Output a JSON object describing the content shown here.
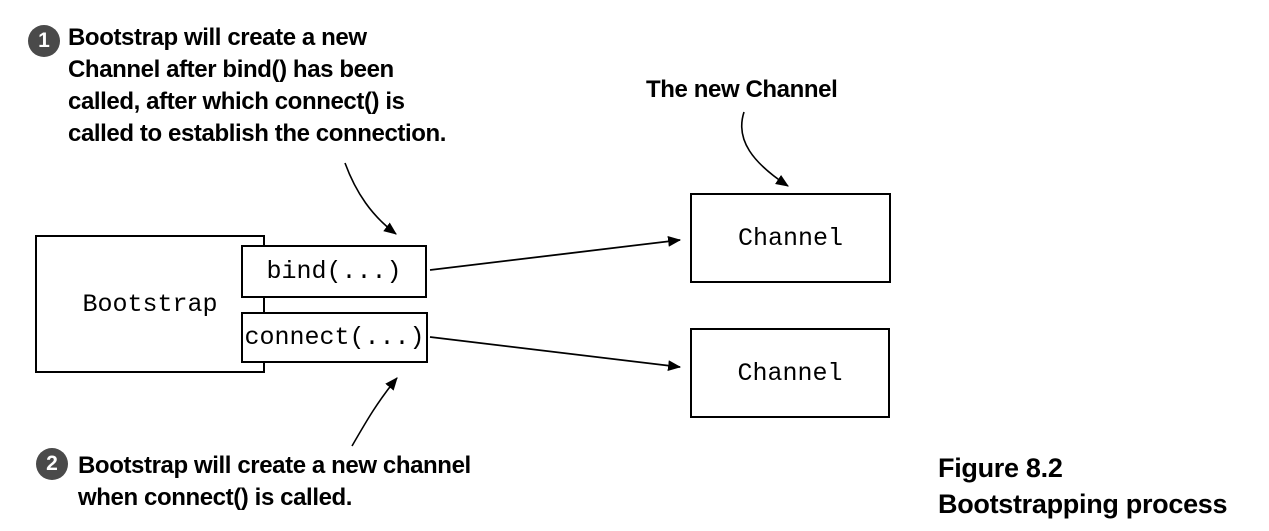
{
  "figure": {
    "annotation1": {
      "number": "1",
      "lines": [
        "Bootstrap will create a new",
        "Channel after bind() has been",
        "called, after which connect() is",
        "called to establish the connection."
      ]
    },
    "annotation2": {
      "number": "2",
      "lines": [
        "Bootstrap will create a new channel",
        "when connect() is called."
      ]
    },
    "new_channel_label": "The new Channel",
    "boxes": {
      "bootstrap": "Bootstrap",
      "bind": "bind(...)",
      "connect": "connect(...)",
      "channel_top": "Channel",
      "channel_bottom": "Channel"
    },
    "caption": {
      "lines": [
        "Figure 8.2",
        "Bootstrapping process"
      ]
    },
    "colors": {
      "badge": "#4a4a4a",
      "line": "#000000",
      "text": "#000000",
      "background": "#ffffff"
    }
  }
}
